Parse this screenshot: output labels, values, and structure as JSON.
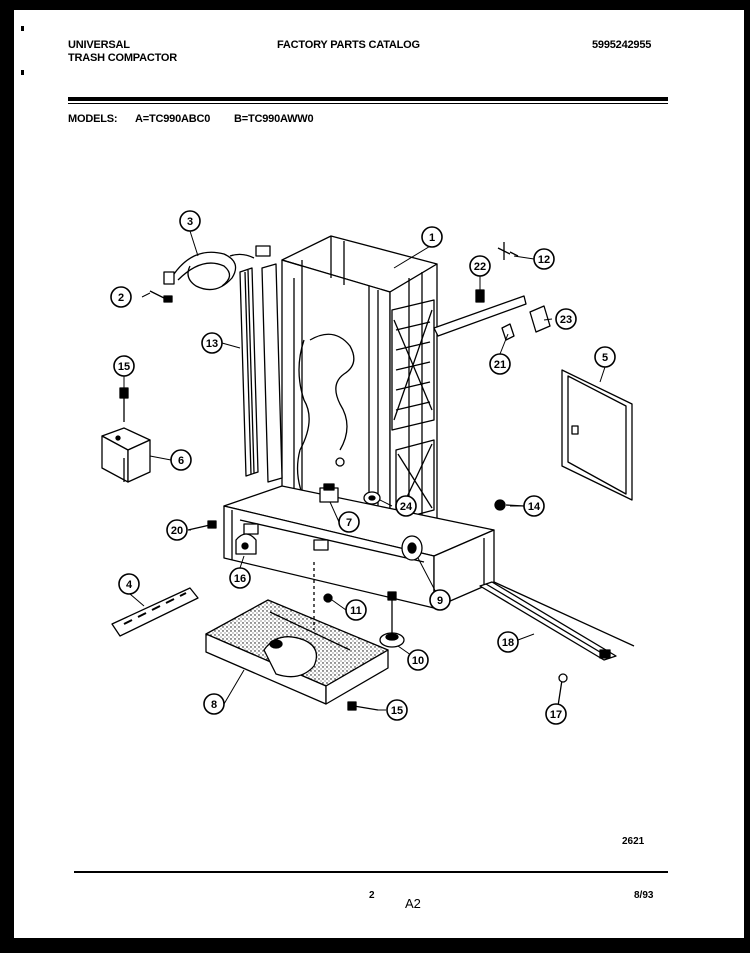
{
  "header": {
    "brand_line1": "UNIVERSAL",
    "brand_line2": "TRASH COMPACTOR",
    "catalog_title": "FACTORY PARTS CATALOG",
    "catalog_number": "5995242955",
    "models_label": "MODELS:",
    "model_a": "A=TC990ABC0",
    "model_b": "B=TC990AWW0"
  },
  "diagram": {
    "callouts": [
      "1",
      "2",
      "3",
      "4",
      "5",
      "6",
      "7",
      "8",
      "9",
      "10",
      "11",
      "12",
      "13",
      "14",
      "15",
      "16",
      "17",
      "18",
      "20",
      "21",
      "22",
      "23",
      "24",
      "15"
    ]
  },
  "footer": {
    "figure_number": "2621",
    "page_number": "2",
    "section": "A2",
    "date": "8/93"
  },
  "colors": {
    "ink": "#000000",
    "paper": "#ffffff",
    "background": "#000000",
    "stipple": "#cfcfcf"
  }
}
